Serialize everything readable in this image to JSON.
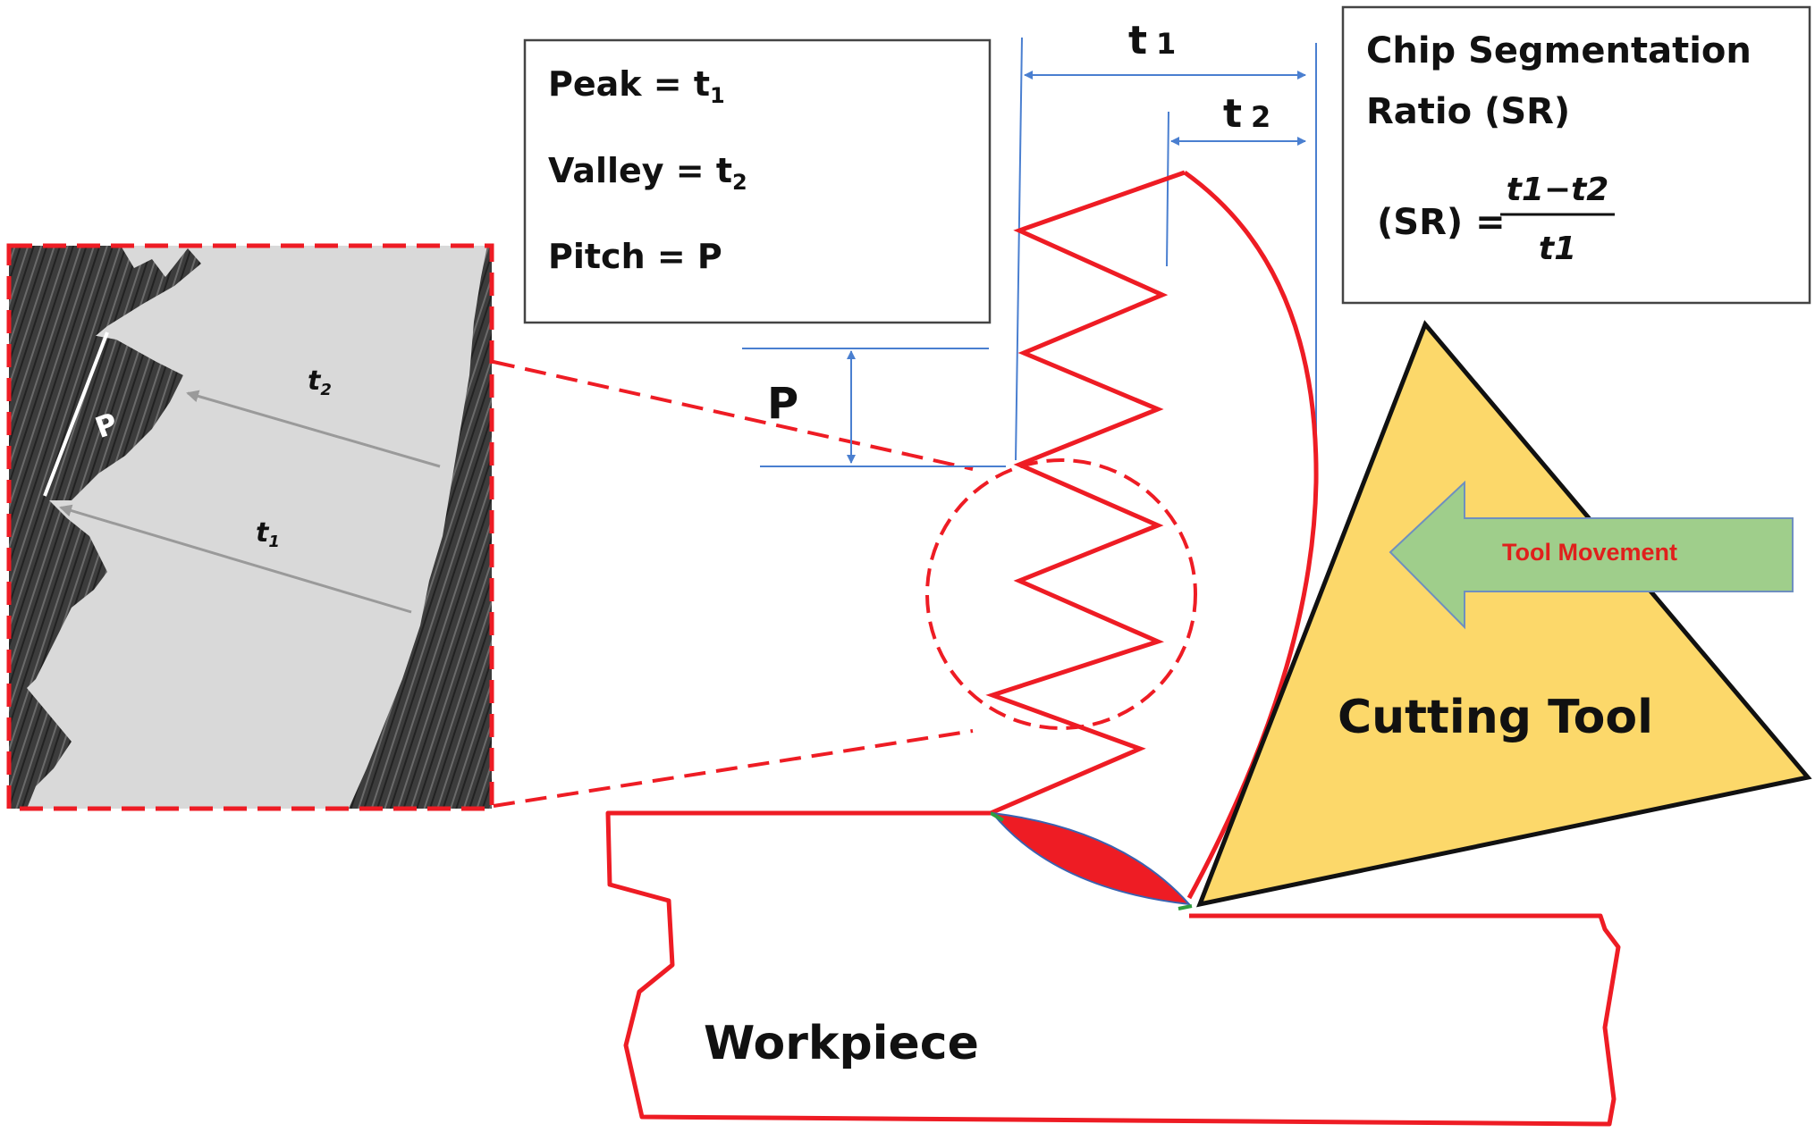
{
  "legend": {
    "peak_label": "Peak = t",
    "peak_sub": "1",
    "valley_label": "Valley = t",
    "valley_sub": "2",
    "pitch_label": "Pitch = P"
  },
  "dimensions": {
    "t1_main": "t",
    "t1_sub": "1",
    "t2_main": "t",
    "t2_sub": "2",
    "pitch": "P"
  },
  "ratio_box": {
    "title_line1": "Chip Segmentation",
    "title_line2": "Ratio (SR)",
    "formula_lhs": "(SR) =",
    "numerator": "t1−t2",
    "denominator": "t1"
  },
  "micrograph": {
    "p_label": "P",
    "t1_main": "t",
    "t1_sub": "1",
    "t2_main": "t",
    "t2_sub": "2"
  },
  "tool": {
    "label": "Cutting Tool",
    "movement_label": "Tool Movement"
  },
  "workpiece": {
    "label": "Workpiece"
  },
  "colors": {
    "chip_red": "#ee1c24",
    "dimension_blue": "#4a7fd0",
    "tool_fill": "#fcd86a",
    "arrow_fill": "#9fce8b",
    "arrow_stroke": "#6f8fbf",
    "movement_text": "#e0201c"
  }
}
